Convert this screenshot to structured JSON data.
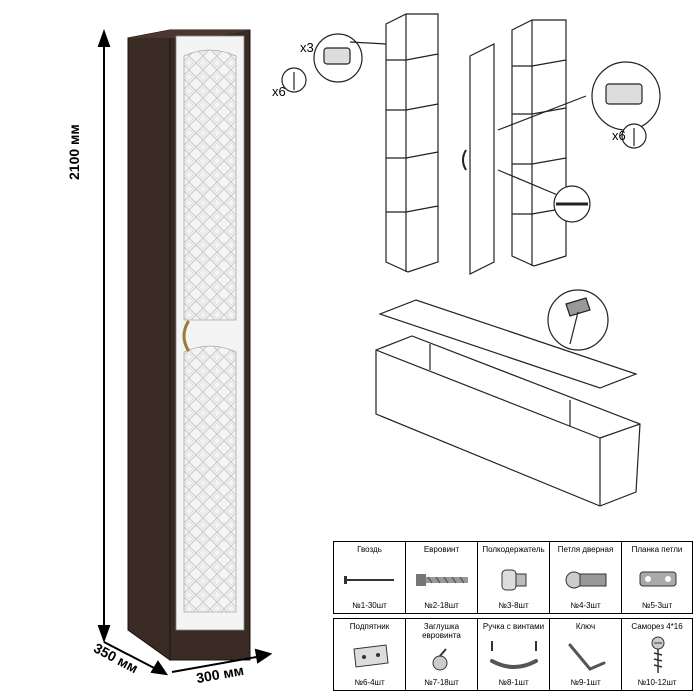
{
  "dimensions": {
    "height_label": "2100 мм",
    "depth_label": "350 мм",
    "width_label": "300 мм"
  },
  "hardware_counts": {
    "hinge_count": "x3",
    "screw_count_left": "x6",
    "screw_count_right": "x6"
  },
  "parts": [
    {
      "name": "Гвоздь",
      "qty": "№1-30шт",
      "icon": "nail-icon"
    },
    {
      "name": "Евровинт",
      "qty": "№2-18шт",
      "icon": "euroscrew-icon"
    },
    {
      "name": "Полкодержатель",
      "qty": "№3-8шт",
      "icon": "shelf-support-icon"
    },
    {
      "name": "Петля дверная",
      "qty": "№4-3шт",
      "icon": "door-hinge-icon"
    },
    {
      "name": "Планка петли",
      "qty": "№5-3шт",
      "icon": "hinge-plate-icon"
    },
    {
      "name": "Подпятник",
      "qty": "№6-4шт",
      "icon": "foot-pad-icon"
    },
    {
      "name": "Заглушка евровинта",
      "qty": "№7-18шт",
      "icon": "screw-cap-icon"
    },
    {
      "name": "Ручка с винтами",
      "qty": "№8-1шт",
      "icon": "handle-with-screws-icon"
    },
    {
      "name": "Ключ",
      "qty": "№9-1шт",
      "icon": "hex-key-icon"
    },
    {
      "name": "Саморез 4*16",
      "qty": "№10-12шт",
      "icon": "wood-screw-icon"
    }
  ],
  "colors": {
    "cabinet_body": "#3a2a24",
    "door_white": "#f4f4f4",
    "outline": "#222222"
  }
}
